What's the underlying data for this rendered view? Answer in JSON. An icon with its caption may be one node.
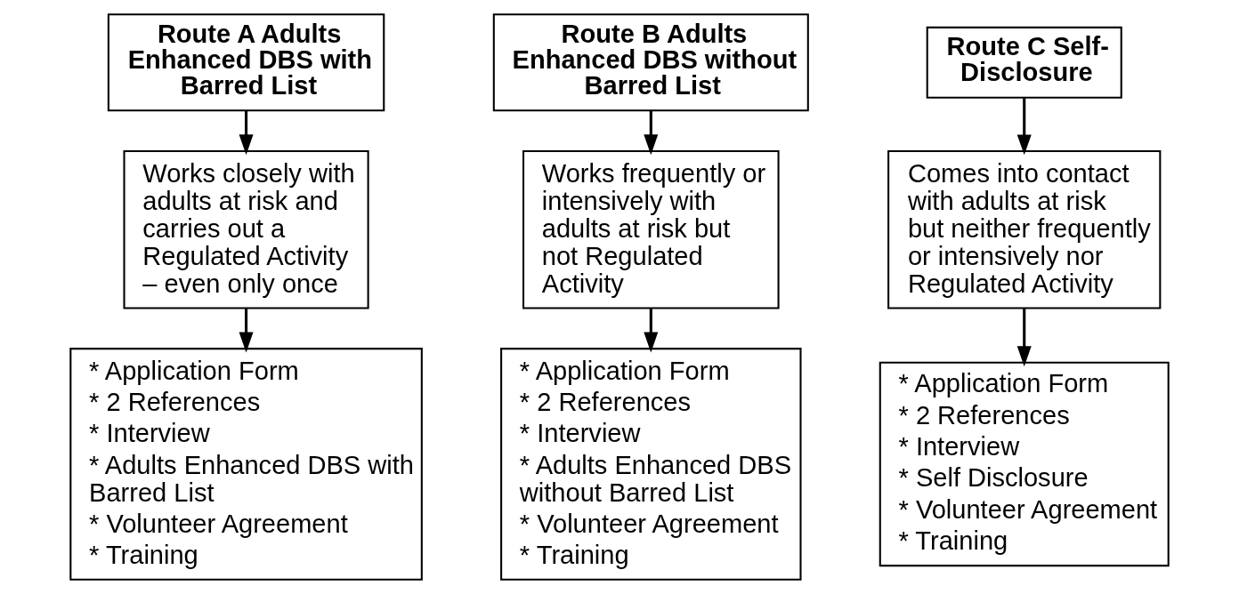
{
  "diagram": {
    "nodes": [
      {
        "text": [
          "Route A Adults Enhanced DBS with Barred List"
        ]
      },
      {
        "text": [
          "Route B Adults Enhanced DBS without Barred List"
        ]
      },
      {
        "text": [
          "Route C Self-Disclosure"
        ]
      },
      {
        "text": [
          "Works closely with adults at risk and carries out a Regulated Activity – even only once"
        ]
      },
      {
        "text": [
          "Works frequently or intensively with adults at risk but not Regulated Activity"
        ]
      },
      {
        "text": [
          "Comes into contact with adults at risk but neither frequently or intensively nor Regulated Activity"
        ]
      },
      {
        "text": [
          "* Application Form",
          "* 2 References",
          "* Interview",
          "* Adults Enhanced DBS with Barred List",
          "* Volunteer Agreement",
          "* Training"
        ]
      },
      {
        "text": [
          "* Application Form",
          "* 2 References",
          "* Interview",
          "* Adults Enhanced DBS without Barred List",
          "* Volunteer Agreement",
          "* Training"
        ]
      },
      {
        "text": [
          "* Application Form",
          "* 2 References",
          "* Interview",
          "* Self Disclosure",
          "* Volunteer Agreement",
          "* Training"
        ]
      }
    ],
    "edges": [
      {
        "from": 0,
        "to": 3,
        "arrow": "to"
      },
      {
        "from": 3,
        "to": 6,
        "arrow": "to"
      },
      {
        "from": 1,
        "to": 4,
        "arrow": "to"
      },
      {
        "from": 4,
        "to": 7,
        "arrow": "to"
      },
      {
        "from": 2,
        "to": 5,
        "arrow": "to"
      },
      {
        "from": 5,
        "to": 8,
        "arrow": "to"
      }
    ]
  }
}
